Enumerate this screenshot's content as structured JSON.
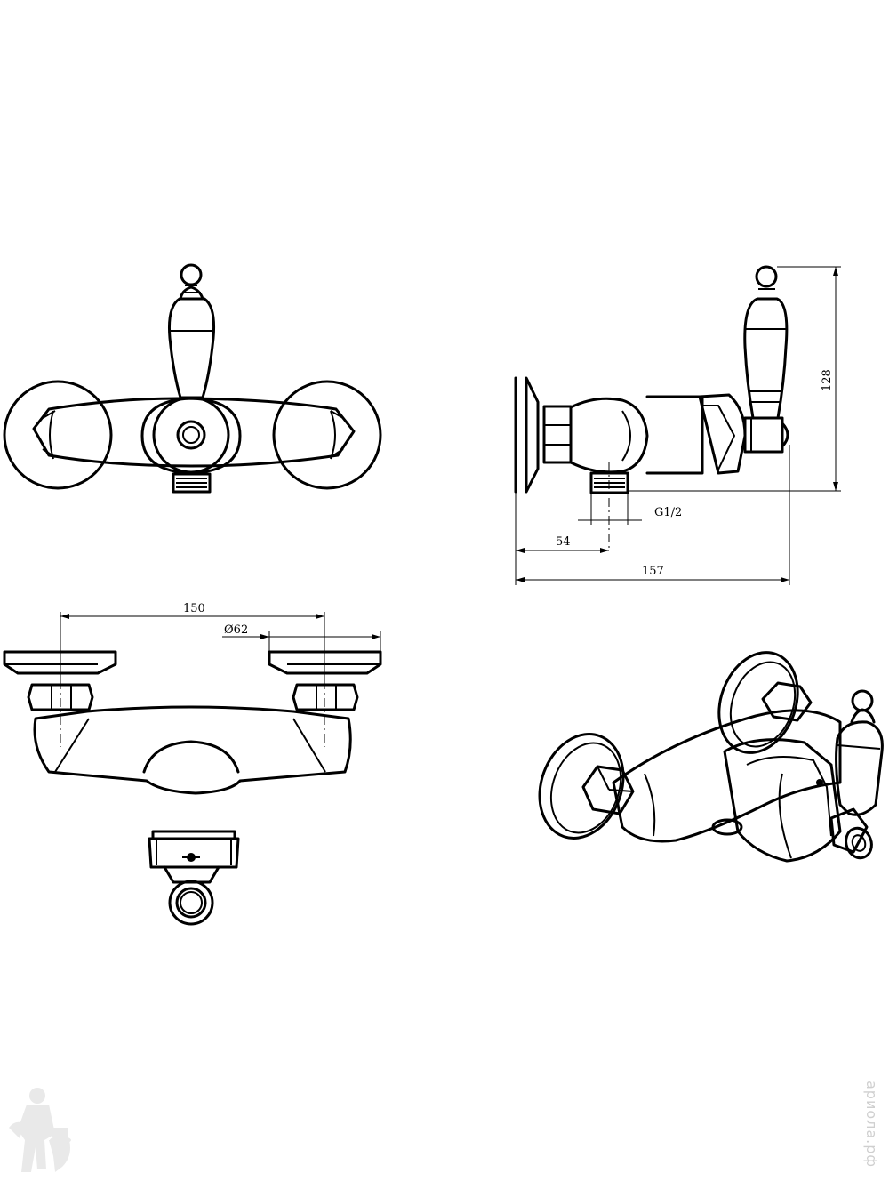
{
  "dimensions": {
    "height": "128",
    "thread": "G1/2",
    "offset": "54",
    "depth": "157",
    "centers": "150",
    "flange_diameter": "62",
    "diameter_symbol": "Ø"
  },
  "watermark": {
    "site_text": "ариола.рф"
  }
}
